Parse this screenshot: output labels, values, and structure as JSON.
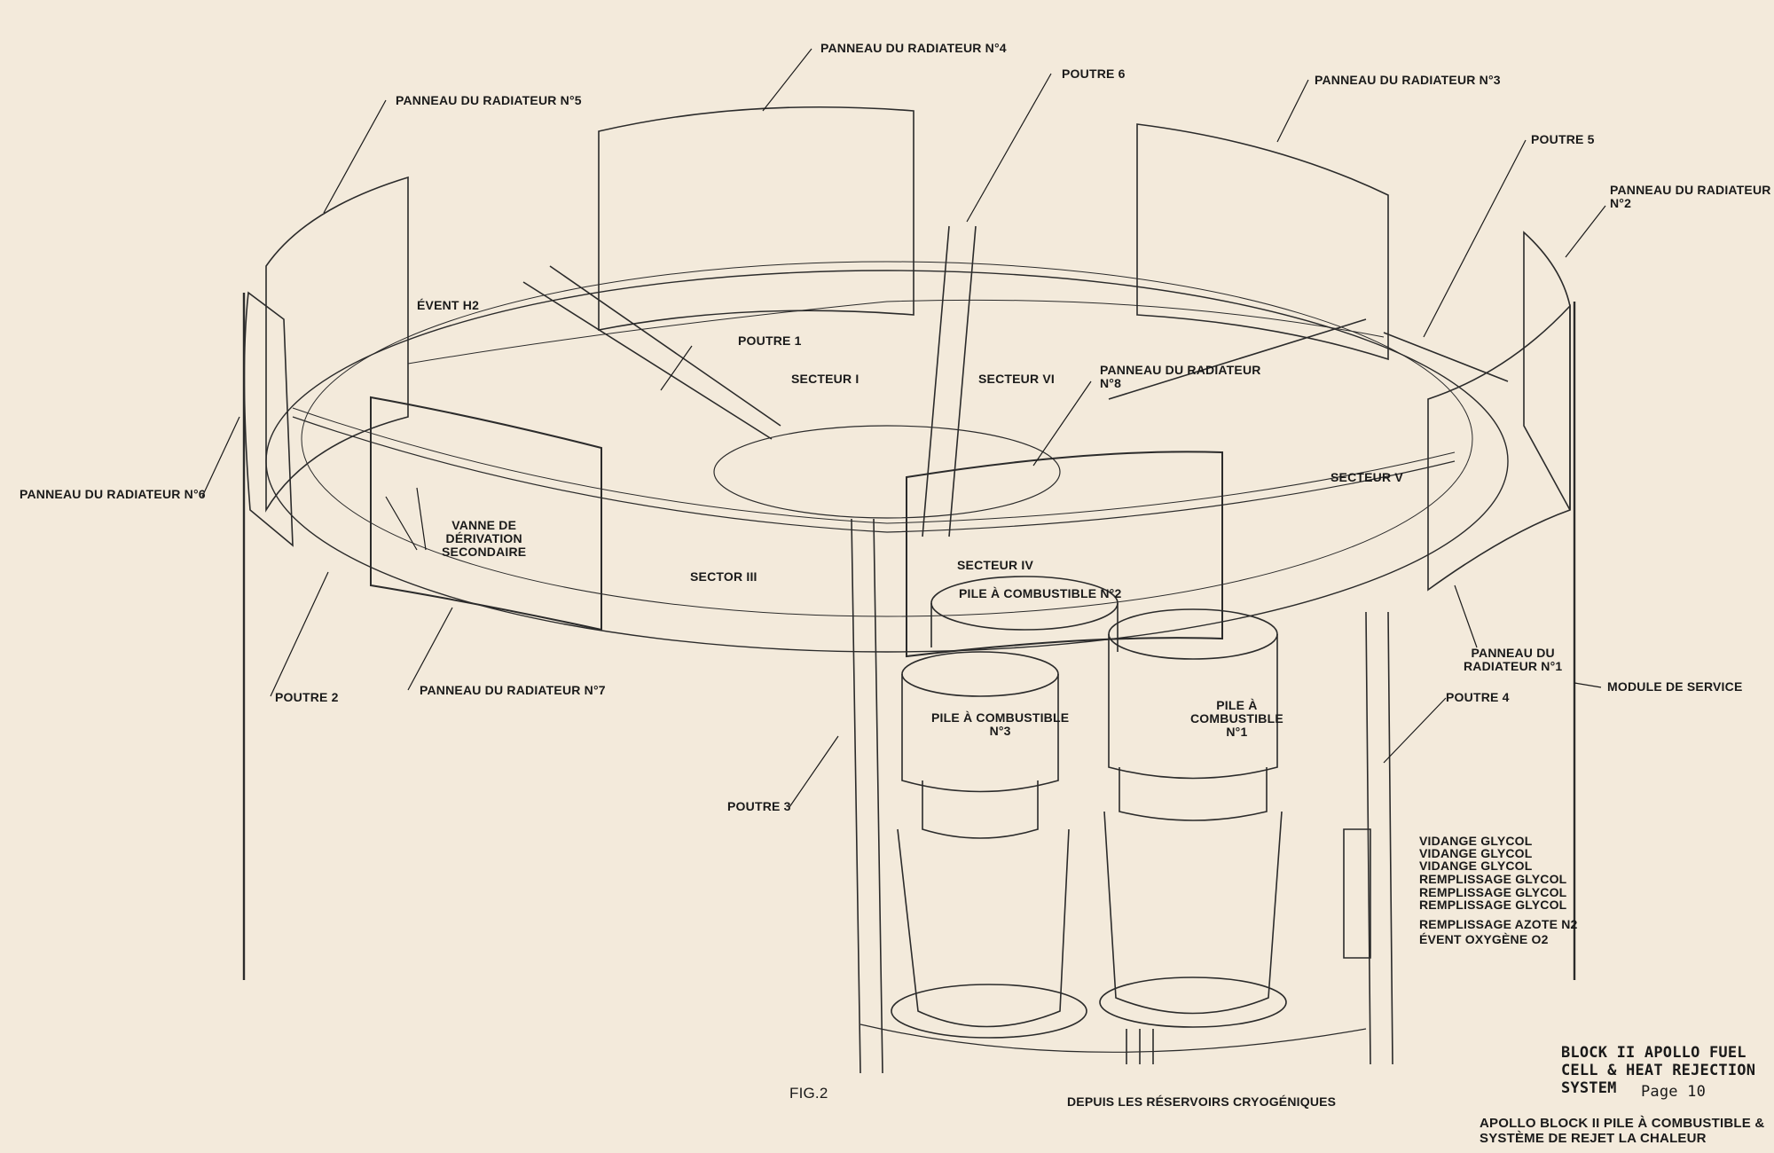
{
  "labels": {
    "panel4": "PANNEAU DU RADIATEUR N°4",
    "poutre6": "POUTRE 6",
    "panel3": "PANNEAU DU RADIATEUR N°3",
    "panel5": "PANNEAU DU RADIATEUR N°5",
    "poutre5": "POUTRE 5",
    "panel2": "PANNEAU DU RADIATEUR\nN°2",
    "event_h2": "ÉVENT H2",
    "poutre1": "POUTRE 1",
    "secteur1": "SECTEUR I",
    "secteur6": "SECTEUR VI",
    "panel8": "PANNEAU DU RADIATEUR\nN°8",
    "secteur5": "SECTEUR V",
    "panel6": "PANNEAU DU RADIATEUR N°6",
    "vanne": "VANNE DE\nDÉRIVATION\nSECONDAIRE",
    "sector3": "SECTOR III",
    "secteur4": "SECTEUR IV",
    "pile2": "PILE À COMBUSTIBLE N°2",
    "poutre2": "POUTRE 2",
    "panel7": "PANNEAU DU RADIATEUR N°7",
    "panel1": "PANNEAU DU\nRADIATEUR N°1",
    "module": "MODULE DE SERVICE",
    "poutre4": "POUTRE 4",
    "pile3": "PILE À COMBUSTIBLE\nN°3",
    "pile1": "PILE À\nCOMBUSTIBLE\nN°1",
    "poutre3": "POUTRE 3",
    "fig": "FIG.2",
    "depuis": "DEPUIS LES RÉSERVOIRS CRYOGÉNIQUES"
  },
  "service_ports": [
    "VIDANGE GLYCOL",
    "VIDANGE GLYCOL",
    "VIDANGE GLYCOL",
    "REMPLISSAGE GLYCOL",
    "REMPLISSAGE GLYCOL",
    "REMPLISSAGE GLYCOL",
    "REMPLISSAGE AZOTE N2",
    "ÉVENT OXYGÈNE O2"
  ],
  "stamp": {
    "line1": "BLOCK II APOLLO FUEL",
    "line2": "CELL & HEAT REJECTION",
    "line3": "SYSTEM",
    "page": "Page 10"
  },
  "caption": {
    "line1": "APOLLO BLOCK II PILE À COMBUSTIBLE &",
    "line2": "SYSTÈME DE REJET LA CHALEUR"
  }
}
